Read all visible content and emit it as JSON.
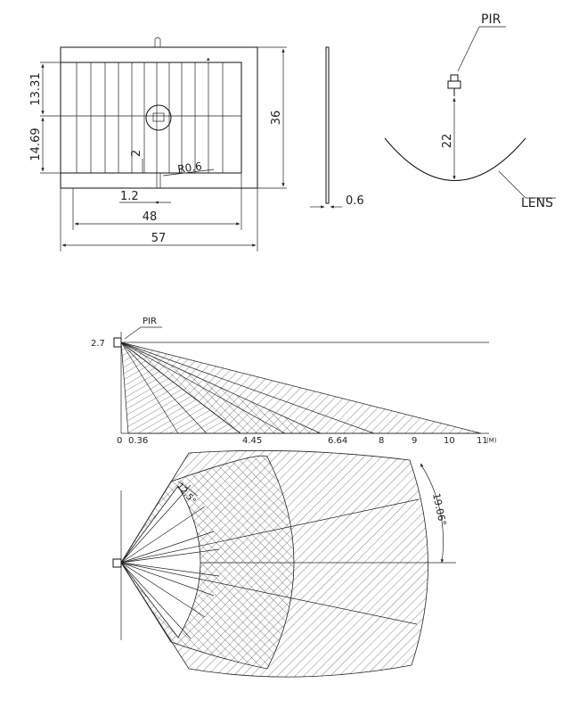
{
  "lens_drawing": {
    "dims": {
      "height_top": "13.31",
      "height_bottom": "14.69",
      "total_height": "36",
      "rib": "2",
      "radius": "R0.6",
      "offset": "1.2",
      "inner_width": "48",
      "outer_width": "57",
      "thickness": "0.6"
    }
  },
  "sensor_side": {
    "pir_label": "PIR",
    "focal": "22",
    "lens_label": "LENS"
  },
  "range_side": {
    "pir_label": "PIR",
    "mount_height": "2.7",
    "ticks": [
      "0",
      "0.36",
      "4.45",
      "6.64",
      "8",
      "9",
      "10",
      "11"
    ],
    "unit": "(M)"
  },
  "range_top": {
    "angle_small": "12.5°",
    "angle_large": "19.06°"
  }
}
